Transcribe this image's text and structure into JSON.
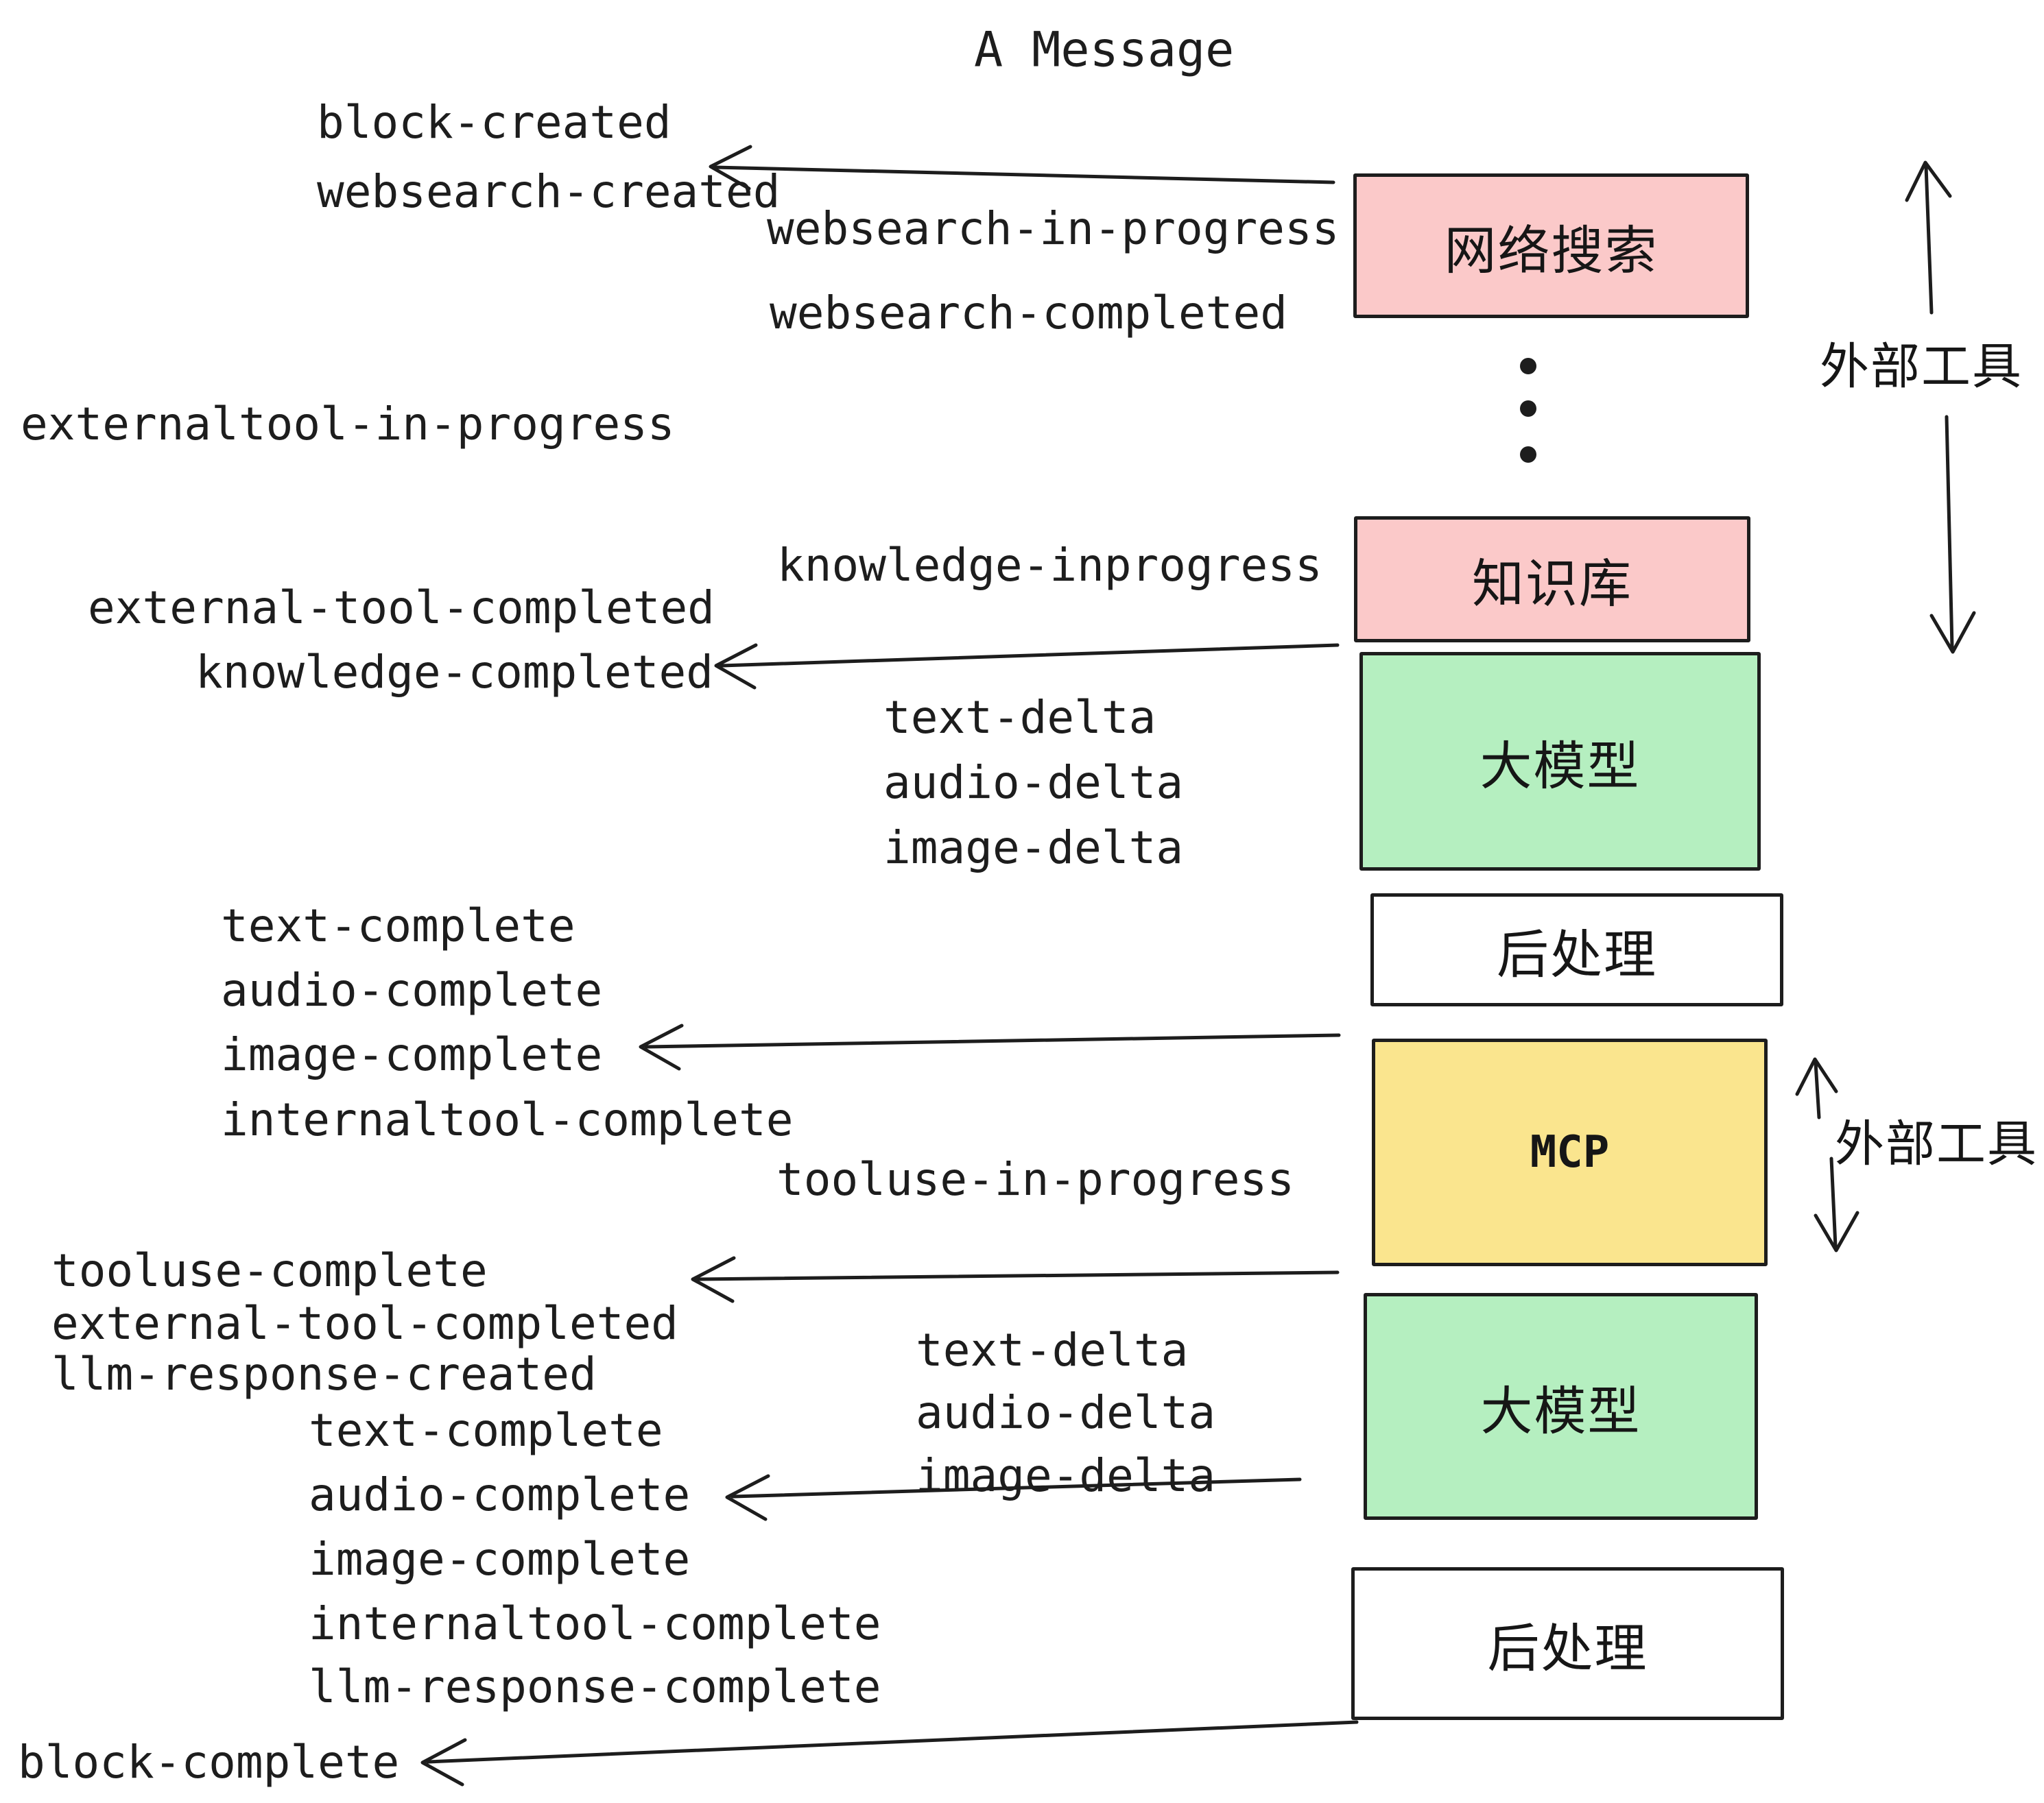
{
  "title": "A Message",
  "events": {
    "block_created": "block-created",
    "websearch_created": "websearch-created",
    "websearch_in_progress": "websearch-in-progress",
    "websearch_completed": "websearch-completed",
    "externaltool_in_progress": "externaltool-in-progress",
    "knowledge_inprogress": "knowledge-inprogress",
    "external_tool_completed_1": "external-tool-completed",
    "knowledge_completed": "knowledge-completed",
    "text_delta_1": "text-delta",
    "audio_delta_1": "audio-delta",
    "image_delta_1": "image-delta",
    "text_complete_1": "text-complete",
    "audio_complete_1": "audio-complete",
    "image_complete_1": "image-complete",
    "internaltool_complete_1": "internaltool-complete",
    "tooluse_in_progress": "tooluse-in-progress",
    "tooluse_complete": "tooluse-complete",
    "external_tool_completed_2": "external-tool-completed",
    "llm_response_created": "llm-response-created",
    "text_delta_2": "text-delta",
    "audio_delta_2": "audio-delta",
    "image_delta_2": "image-delta",
    "text_complete_2": "text-complete",
    "audio_complete_2": "audio-complete",
    "image_complete_2": "image-complete",
    "internaltool_complete_2": "internaltool-complete",
    "llm_response_complete": "llm-response-complete",
    "block_complete": "block-complete"
  },
  "boxes": {
    "websearch": "网络搜索",
    "knowledge": "知识库",
    "llm_1": "大模型",
    "postprocess_1": "后处理",
    "mcp": "MCP",
    "llm_2": "大模型",
    "postprocess_2": "后处理"
  },
  "annotations": {
    "external_tools_1": "外部工具",
    "external_tools_2": "外部工具"
  },
  "icons": {
    "arrow_left": "left-arrow",
    "arrow_up": "up-arrow",
    "arrow_down": "down-arrow",
    "ellipsis": "vertical-dots"
  },
  "colors": {
    "ink": "#1d1d1d",
    "pink": "#fbc9c9",
    "green": "#b5efc0",
    "yellow": "#fae58e",
    "box_white": "#ffffff"
  }
}
